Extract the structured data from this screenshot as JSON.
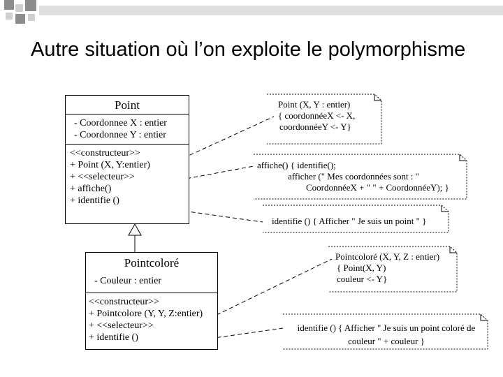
{
  "slide": {
    "title": "Autre situation où l’on exploite le polymorphisme"
  },
  "colors": {
    "deco_dark": "#8d8d8d",
    "deco_light": "#cfcfcf",
    "deco_bar": "#dedede"
  },
  "classes": {
    "point": {
      "name": "Point",
      "attributes": [
        "- Coordonnee X : entier",
        "- Coordonnee Y : entier"
      ],
      "methods": [
        "<<constructeur>>",
        "+ Point (X, Y:entier)",
        "+ <<selecteur>>",
        "+ affiche()",
        "+ identifie ()"
      ]
    },
    "pointcolore": {
      "name": "Pointcoloré",
      "attributes": [
        "- Couleur : entier"
      ],
      "methods": [
        "<<constructeur>>",
        "+ Pointcolore (Y, Y, Z:entier)",
        "+ <<selecteur>>",
        "+ identifie ()"
      ]
    }
  },
  "notes": {
    "point_constructor": [
      "Point (X, Y : entier)",
      "{ coordonnéeX <- X,",
      "coordonnéeY <- Y}"
    ],
    "affiche": [
      "affiche() { identifie();",
      "afficher (\"  Mes coordonnées sont : \"",
      "CoordonnéeX + \"  \"  + CoordonnéeY); }"
    ],
    "identifie_point": [
      "identifie () { Afficher \" Je suis un point \" }"
    ],
    "pointcolore_constructor": [
      "Pointcoloré (X, Y, Z : entier)",
      "{ Point(X, Y)",
      "couleur <- Y}"
    ],
    "identifie_pointcolore": [
      "identifie () { Afficher \" Je suis un point coloré de",
      "couleur \" + couleur }"
    ]
  }
}
